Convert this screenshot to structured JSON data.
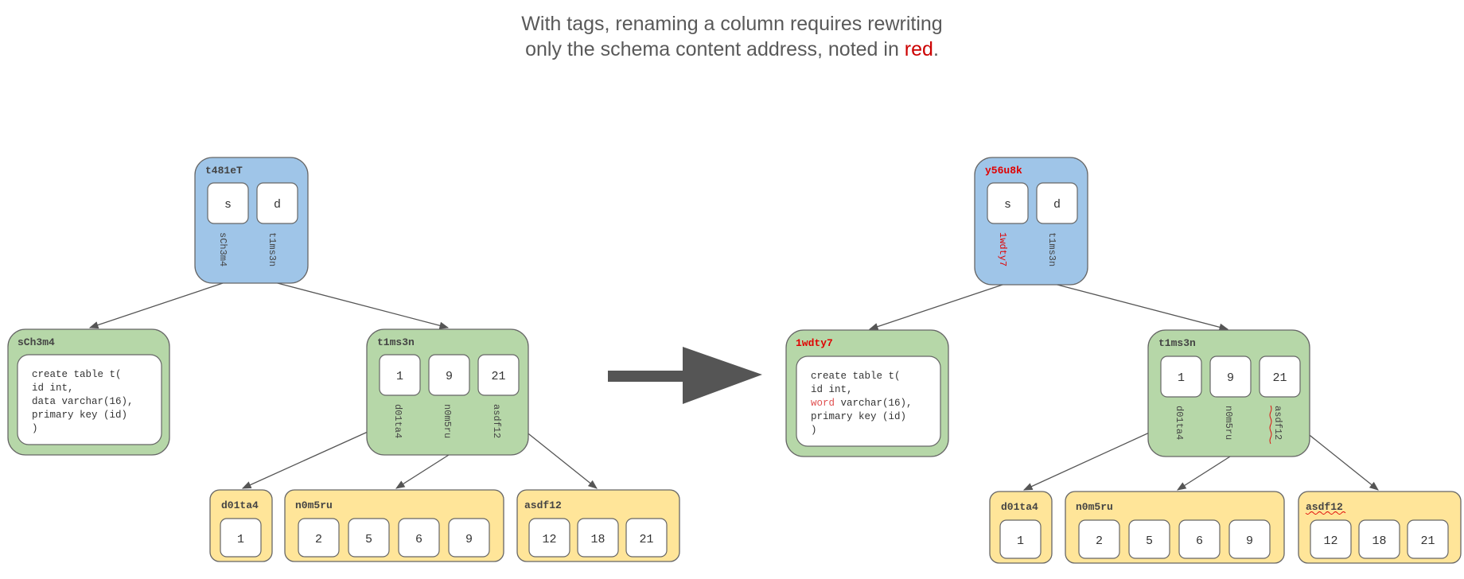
{
  "caption": {
    "line1": "With tags, renaming a column requires rewriting",
    "line2_prefix": "only the schema content address, noted in ",
    "line2_red": "red",
    "line2_suffix": "."
  },
  "colors": {
    "blue": "#9fc5e8",
    "green": "#b6d7a8",
    "yellow": "#ffe599",
    "red": "#e00000",
    "arrow": "#555555"
  },
  "left": {
    "root": {
      "label": "t481eT",
      "cells": [
        "s",
        "d"
      ],
      "addrs": [
        "sCh3m4",
        "t1ms3n"
      ]
    },
    "schema": {
      "label": "sCh3m4",
      "code": [
        "create table t(",
        "id int,",
        "data varchar(16),",
        "primary key (id)",
        ")"
      ]
    },
    "data": {
      "label": "t1ms3n",
      "cells": [
        "1",
        "9",
        "21"
      ],
      "addrs": [
        "d01ta4",
        "n0m5ru",
        "asdf12"
      ]
    },
    "leaves": [
      {
        "label": "d01ta4",
        "cells": [
          "1"
        ]
      },
      {
        "label": "n0m5ru",
        "cells": [
          "2",
          "5",
          "6",
          "9"
        ]
      },
      {
        "label": "asdf12",
        "cells": [
          "12",
          "18",
          "21"
        ]
      }
    ]
  },
  "right": {
    "root": {
      "label": "y56u8k",
      "cells": [
        "s",
        "d"
      ],
      "addrs": [
        "1wdty7",
        "t1ms3n"
      ]
    },
    "schema": {
      "label": "1wdty7",
      "code_line1": "create table t(",
      "code_line2": "id int,",
      "code_red": "word",
      "code_line3_rest": " varchar(16),",
      "code_line4": "primary key (id)",
      "code_line5": ")"
    },
    "data": {
      "label": "t1ms3n",
      "cells": [
        "1",
        "9",
        "21"
      ],
      "addrs": [
        "d01ta4",
        "n0m5ru",
        "asdf12"
      ]
    },
    "leaves": [
      {
        "label": "d01ta4",
        "cells": [
          "1"
        ]
      },
      {
        "label": "n0m5ru",
        "cells": [
          "2",
          "5",
          "6",
          "9"
        ]
      },
      {
        "label": "asdf12",
        "cells": [
          "12",
          "18",
          "21"
        ]
      }
    ]
  }
}
